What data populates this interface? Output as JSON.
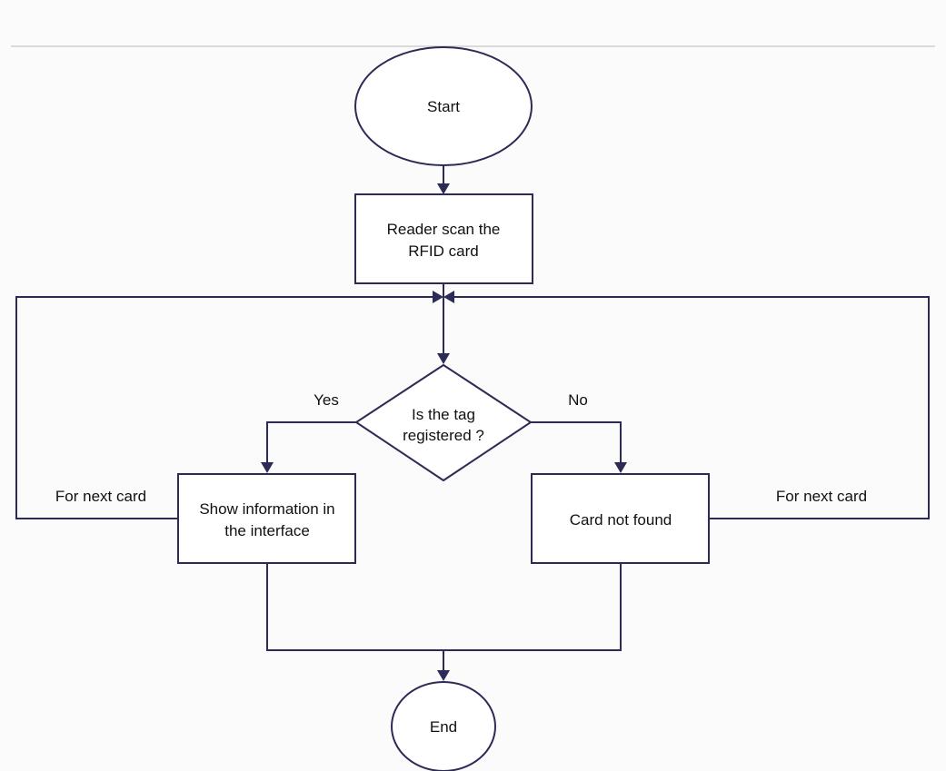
{
  "nodes": {
    "start": "Start",
    "scan": [
      "Reader scan the",
      "RFID card"
    ],
    "decision": [
      "Is the tag",
      "registered ?"
    ],
    "show_info": [
      "Show information in",
      "the interface"
    ],
    "not_found": "Card not found",
    "end": "End"
  },
  "edge_labels": {
    "yes": "Yes",
    "no": "No",
    "next_left": "For next card",
    "next_right": "For next card"
  },
  "colors": {
    "stroke": "#2b2b55",
    "fill": "#ffffff",
    "background": "#fbfbfb"
  }
}
